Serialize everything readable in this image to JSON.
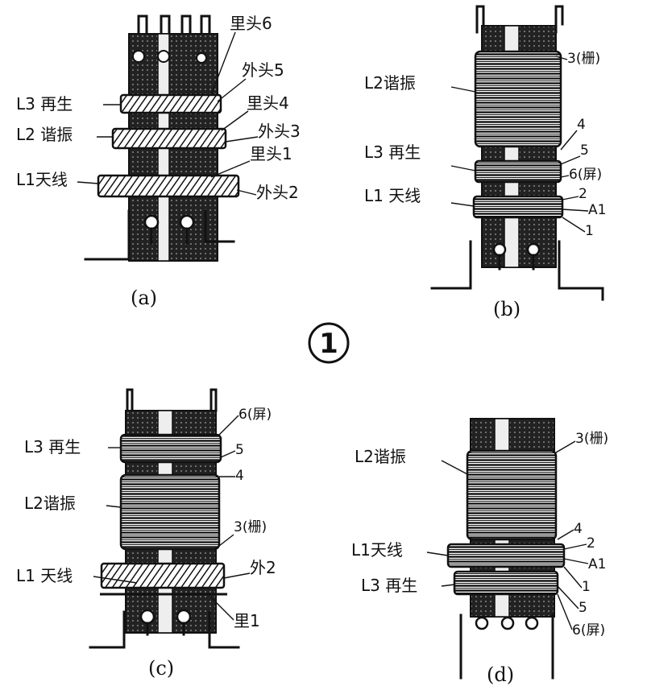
{
  "figure_number": "1",
  "panels": {
    "a": {
      "caption": "(a)",
      "coils": [
        {
          "name": "L3",
          "role": "再生"
        },
        {
          "name": "L2",
          "role": "谐振"
        },
        {
          "name": "L1",
          "role": "天线"
        }
      ],
      "taps": [
        "里头6",
        "外头5",
        "里头4",
        "外头3",
        "里头1",
        "外头2"
      ]
    },
    "b": {
      "caption": "(b)",
      "coils": [
        {
          "name": "L2",
          "role": "谐振"
        },
        {
          "name": "L3",
          "role": "再生"
        },
        {
          "name": "L1",
          "role": "天线"
        }
      ],
      "taps": [
        "3(栅)",
        "4",
        "5",
        "6(屏)",
        "2",
        "A1",
        "1"
      ]
    },
    "c": {
      "caption": "(c)",
      "coils": [
        {
          "name": "L3",
          "role": "再生"
        },
        {
          "name": "L2",
          "role": "谐振"
        },
        {
          "name": "L1",
          "role": "天线"
        }
      ],
      "taps": [
        "6(屏)",
        "5",
        "4",
        "3(栅)",
        "外2",
        "里1"
      ]
    },
    "d": {
      "caption": "(d)",
      "coils": [
        {
          "name": "L2",
          "role": "谐振"
        },
        {
          "name": "L1",
          "role": "天线"
        },
        {
          "name": "L3",
          "role": "再生"
        }
      ],
      "taps": [
        "3(栅)",
        "4",
        "2",
        "A1",
        "1",
        "5",
        "6(屏)"
      ]
    }
  },
  "colors": {
    "ink": "#111111",
    "paper": "#ffffff"
  }
}
